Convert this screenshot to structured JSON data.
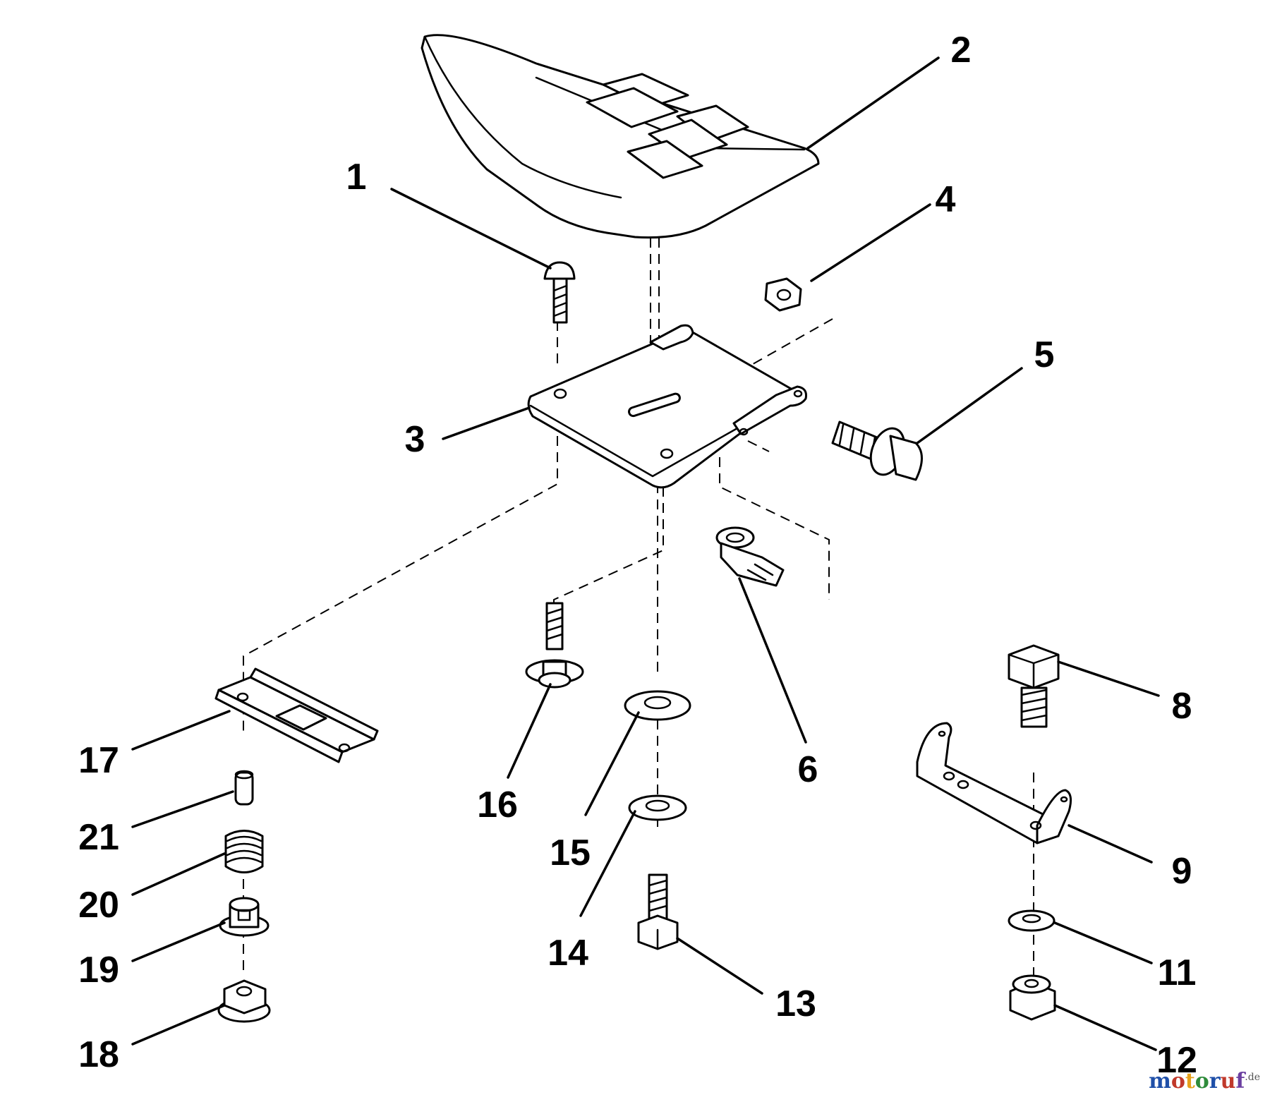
{
  "callouts": [
    "1",
    "2",
    "3",
    "4",
    "5",
    "6",
    "8",
    "9",
    "11",
    "12",
    "13",
    "14",
    "15",
    "16",
    "17",
    "18",
    "19",
    "20",
    "21"
  ],
  "watermark": {
    "main": "motoruf",
    "suffix": ".de",
    "letter_colors": [
      "#1f4fa8",
      "#c0392b",
      "#e6a11b",
      "#2e8b3a",
      "#1f4fa8",
      "#c0392b",
      "#6b3fa0"
    ]
  }
}
